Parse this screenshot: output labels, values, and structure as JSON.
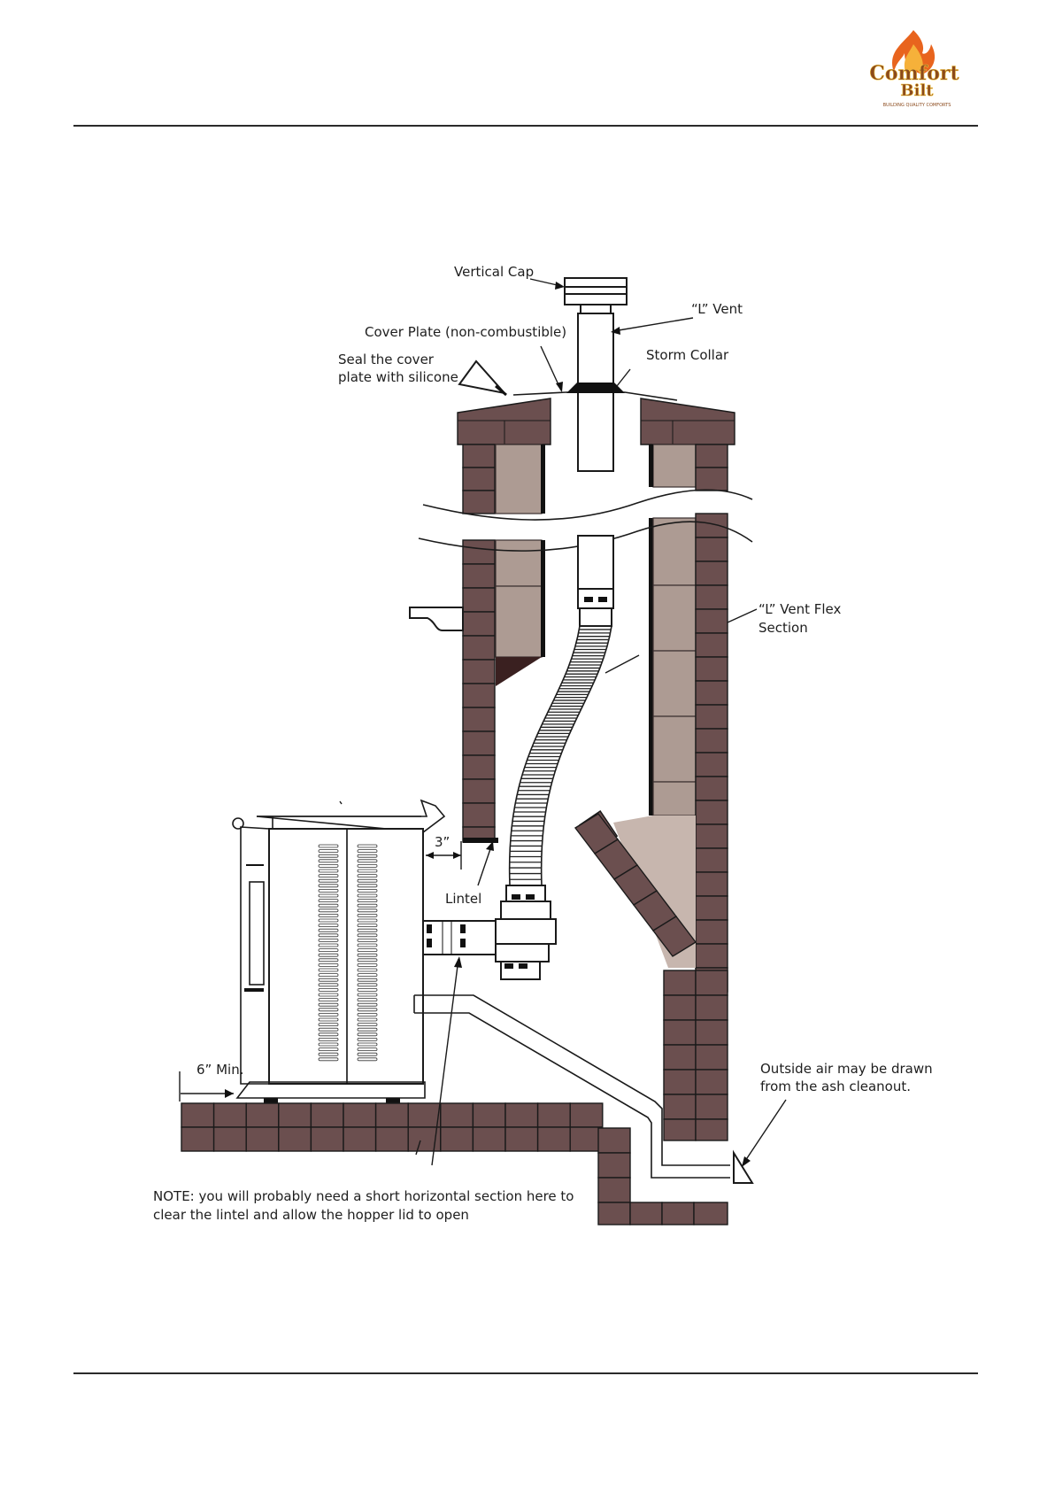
{
  "logo": {
    "word1": "Comfort",
    "word2": "Bilt",
    "tagline": "BUILDING QUALITY COMFORTS"
  },
  "labels": {
    "vertical_cap": "Vertical Cap",
    "l_vent": "“L” Vent",
    "cover_plate": "Cover Plate (non-combustible)",
    "storm_collar": "Storm Collar",
    "seal_line1": "Seal the cover",
    "seal_line2": "plate with silicone",
    "flex_line1": "“L” Vent Flex",
    "flex_line2": "Section",
    "three_inch": "3”",
    "lintel": "Lintel",
    "six_min": "6” Min.",
    "outside_line1": "Outside air may be drawn",
    "outside_line2": "from the ash cleanout.",
    "note_line1": "NOTE: you will probably need a short horizontal section here to",
    "note_line2": "clear the lintel and allow the hopper lid to open"
  },
  "colors": {
    "brick": "#6b4f4f",
    "liner": "#ad9b93",
    "flame": "#e8641e",
    "logo_text": "#8b4a1c"
  }
}
